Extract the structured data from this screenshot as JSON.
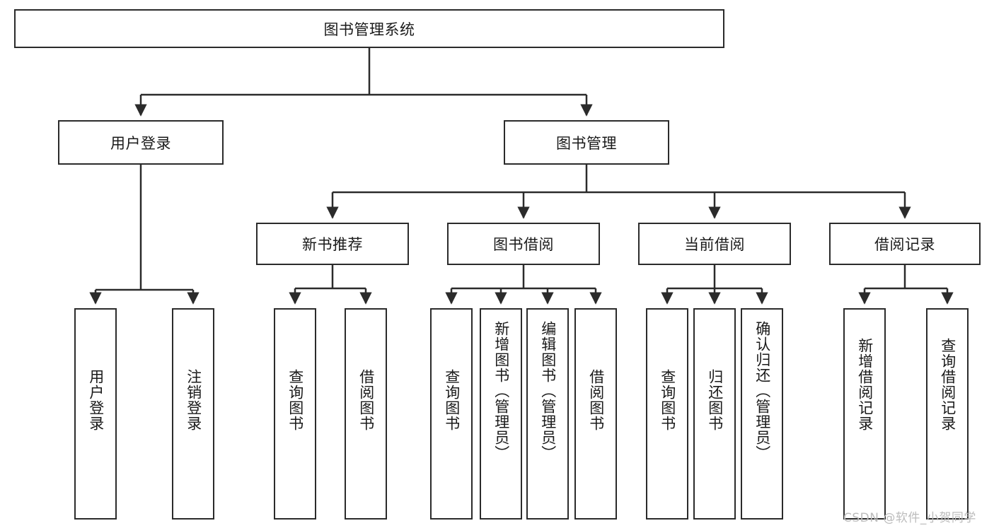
{
  "diagram": {
    "type": "hierarchy-tree",
    "title": "图书管理系统",
    "orientation": "top-down",
    "colors": {
      "box_border": "#2b2b2b",
      "box_fill": "#ffffff",
      "edge": "#2b2b2b",
      "text": "#1a1a1a",
      "watermark": "#bcbcbc",
      "background": "#ffffff"
    },
    "root": {
      "id": "root",
      "label": "图书管理系统"
    },
    "level2": [
      {
        "id": "user-login",
        "label": "用户登录"
      },
      {
        "id": "book-management",
        "label": "图书管理"
      }
    ],
    "level3": [
      {
        "id": "new-book-recommend",
        "label": "新书推荐"
      },
      {
        "id": "book-borrow",
        "label": "图书借阅"
      },
      {
        "id": "current-borrow",
        "label": "当前借阅"
      },
      {
        "id": "borrow-record",
        "label": "借阅记录"
      }
    ],
    "leaves": {
      "user_login": [
        {
          "id": "leaf-user-login",
          "label": "用户登录"
        },
        {
          "id": "leaf-logout-login",
          "label": "注销登录"
        }
      ],
      "new_book_recommend": [
        {
          "id": "leaf-query-book-1",
          "label": "查询图书"
        },
        {
          "id": "leaf-borrow-book-1",
          "label": "借阅图书"
        }
      ],
      "book_borrow": [
        {
          "id": "leaf-query-book-2",
          "label": "查询图书"
        },
        {
          "id": "leaf-add-book",
          "label": "新增图书（管理员）"
        },
        {
          "id": "leaf-edit-book",
          "label": "编辑图书（管理员）"
        },
        {
          "id": "leaf-borrow-book-2",
          "label": "借阅图书"
        }
      ],
      "current_borrow": [
        {
          "id": "leaf-query-book-3",
          "label": "查询图书"
        },
        {
          "id": "leaf-return-book",
          "label": "归还图书"
        },
        {
          "id": "leaf-confirm-return",
          "label": "确认归还（管理员）"
        }
      ],
      "borrow_record": [
        {
          "id": "leaf-add-record",
          "label": "新增借阅记录"
        },
        {
          "id": "leaf-query-record",
          "label": "查询借阅记录"
        }
      ]
    }
  },
  "watermark": {
    "text": "CSDN @软件_小贺同学"
  }
}
